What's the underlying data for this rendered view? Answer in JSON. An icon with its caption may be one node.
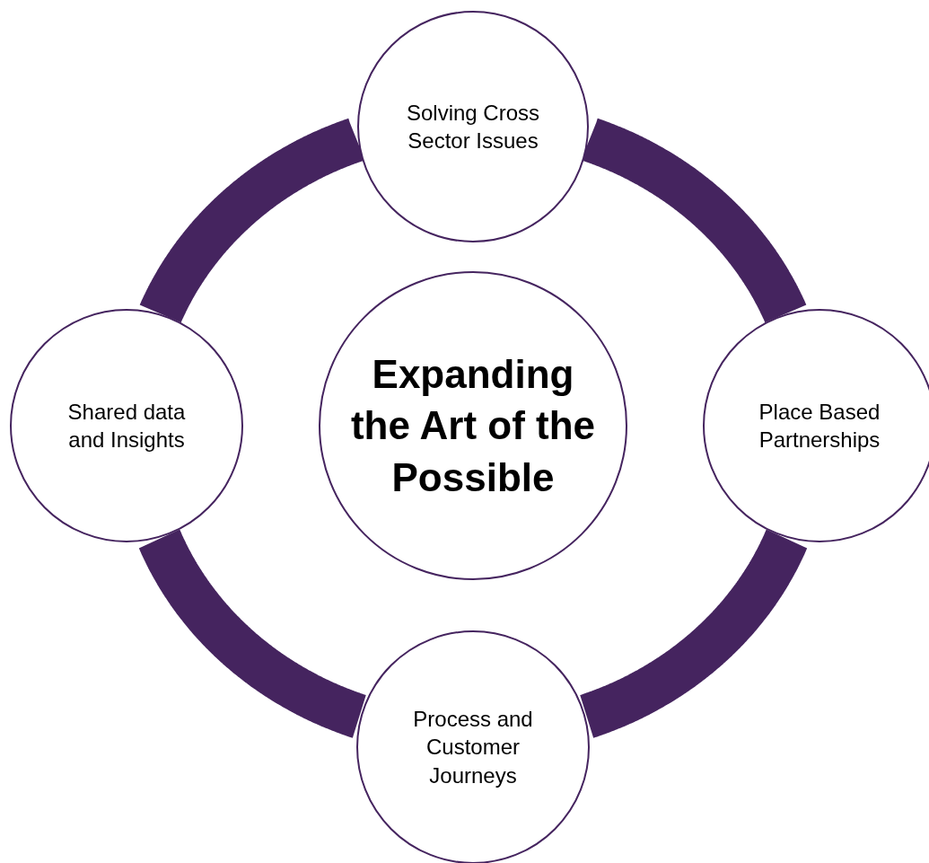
{
  "diagram": {
    "nodes": [
      {
        "text": [
          "Solving Cross Sector Issues"
        ]
      },
      {
        "text": [
          "Shared data and Insights"
        ]
      },
      {
        "text": [
          "Expanding the Art of the Possible"
        ]
      },
      {
        "text": [
          "Place Based Partnerships"
        ]
      },
      {
        "text": [
          "Process and Customer Journeys"
        ]
      }
    ],
    "edges": [
      {
        "from": 0,
        "to": 3,
        "arrow": "none",
        "color": "#45245f"
      },
      {
        "from": 3,
        "to": 4,
        "arrow": "none",
        "color": "#45245f"
      },
      {
        "from": 4,
        "to": 1,
        "arrow": "none",
        "color": "#45245f"
      },
      {
        "from": 1,
        "to": 0,
        "arrow": "none",
        "color": "#45245f"
      }
    ]
  }
}
